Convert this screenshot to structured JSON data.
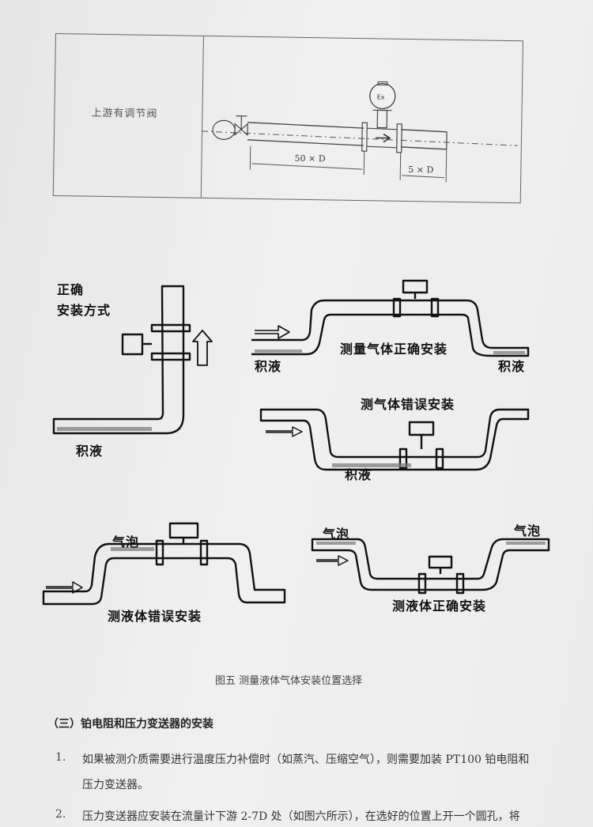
{
  "table": {
    "row_label": "上游有调节阀",
    "dim_upstream": "50 × D",
    "dim_downstream": "5 × D",
    "ex_badge": "Ex"
  },
  "figure": {
    "correct_install_line1": "正确",
    "correct_install_line2": "安装方式",
    "accumulated_liquid": "积液",
    "gas_correct": "测量气体正确安装",
    "gas_wrong": "测气体错误安装",
    "bubble": "气泡",
    "liquid_wrong": "测液体错误安装",
    "liquid_correct": "测液体正确安装",
    "caption": "图五  测量液体气体安装位置选择"
  },
  "section": {
    "title": "（三）铂电阻和压力变送器的安装",
    "items": [
      {
        "number": "1.",
        "line1": "如果被测介质需要进行温度压力补偿时（如蒸汽、压缩空气），则需要加装 PT100 铂电阻和",
        "line2": "压力变送器。"
      },
      {
        "number": "2.",
        "line1": "压力变送器应安装在流量计下游 2-7D 处（如图六所示），在选好的位置上开一个圆孔，将"
      }
    ]
  }
}
